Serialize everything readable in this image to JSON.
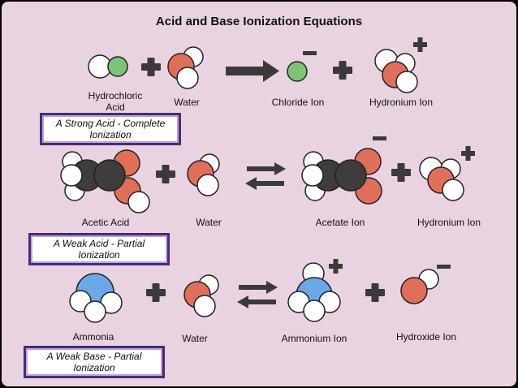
{
  "title": "Acid and Base Ionization Equations",
  "row1": {
    "labels": {
      "hydrochloric_line1": "Hydrochloric",
      "hydrochloric_line2": "Acid",
      "water": "Water",
      "chloride": "Chloride Ion",
      "hydronium": "Hydronium Ion"
    },
    "box": "A Strong Acid - Complete Ionization"
  },
  "row2": {
    "labels": {
      "acetic": "Acetic Acid",
      "water": "Water",
      "acetate": "Acetate Ion",
      "hydronium": "Hydronium Ion"
    },
    "box": "A Weak Acid - Partial Ionization"
  },
  "row3": {
    "labels": {
      "ammonia": "Ammonia",
      "water": "Water",
      "ammonium": "Ammonium Ion",
      "hydroxide": "Hydroxide Ion"
    },
    "box": "A Weak Base - Partial Ionization"
  },
  "colors": {
    "background": "#ead3e1",
    "hydrogen": "#ffffff",
    "chlorine": "#7cc576",
    "oxygen": "#e06f5a",
    "carbon": "#3d3d3d",
    "nitrogen": "#6aa8e8",
    "symbol": "#3a3a3a",
    "box_border": "#4a2a7a"
  }
}
